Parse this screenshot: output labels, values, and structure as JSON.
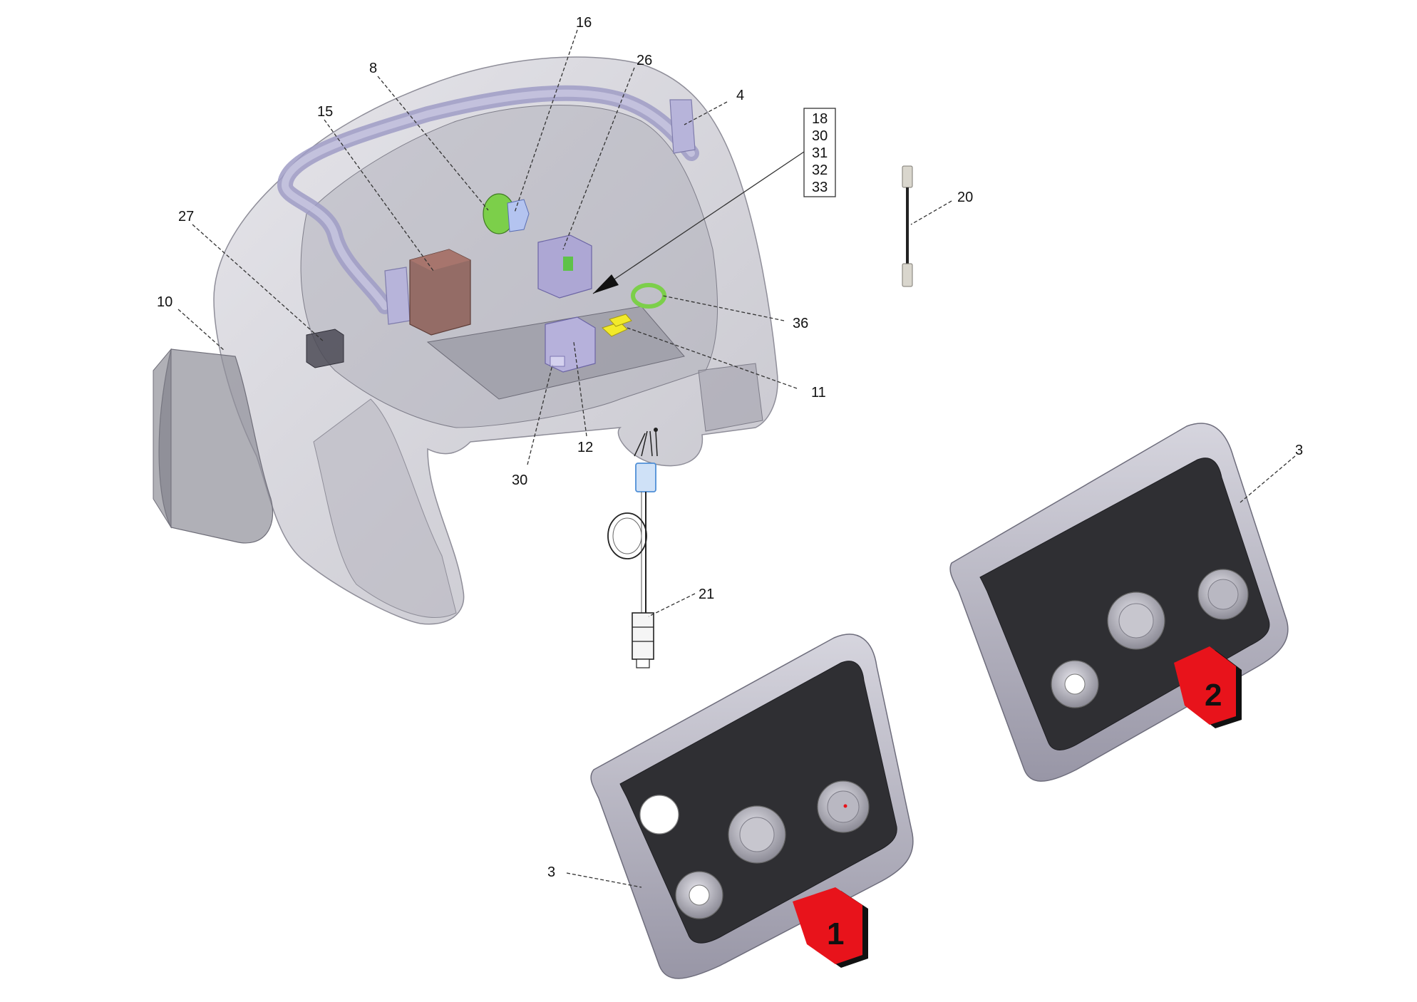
{
  "diagram": {
    "callouts": {
      "c16": "16",
      "c26": "26",
      "c8": "8",
      "c4": "4",
      "c15": "15",
      "c27": "27",
      "c10": "10",
      "c20": "20",
      "c36": "36",
      "c11": "11",
      "c12": "12",
      "c30": "30",
      "c21": "21",
      "c3_right": "3",
      "c3_left": "3"
    },
    "reference_box": [
      "18",
      "30",
      "31",
      "32",
      "33"
    ],
    "badges": {
      "one": "1",
      "two": "2"
    },
    "colors": {
      "housing": "#c9c8cf",
      "housing_dark": "#9d9ca6",
      "hose": "#b9b6d8",
      "panel_frame": "#b7b6c3",
      "panel_face": "#2f2f33",
      "badge_red": "#e8131b",
      "green_part": "#7ccf4a",
      "yellow_part": "#f2ea2a",
      "transformer": "#8c5d55",
      "cable_blue": "#4f8fd6"
    }
  }
}
